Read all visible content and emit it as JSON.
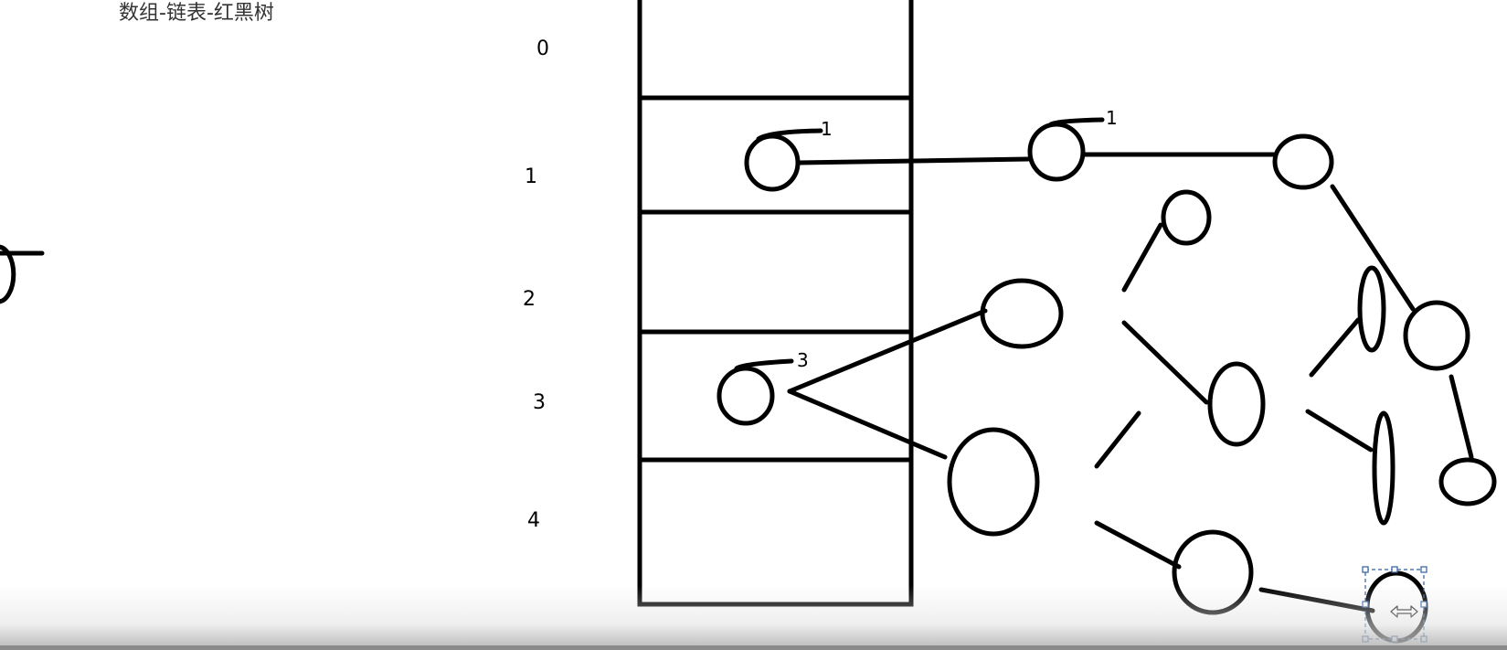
{
  "title": "数组-链表-红黑树",
  "array": {
    "indices": [
      "0",
      "1",
      "2",
      "3",
      "4"
    ]
  },
  "node_labels": [
    "1",
    "1",
    "3"
  ],
  "colors": {
    "ink": "#000000",
    "title_text": "#333333",
    "selection_handle": "#2f5f9e"
  },
  "icons": {
    "resize_cursor": "horizontal-resize-arrow-icon"
  }
}
